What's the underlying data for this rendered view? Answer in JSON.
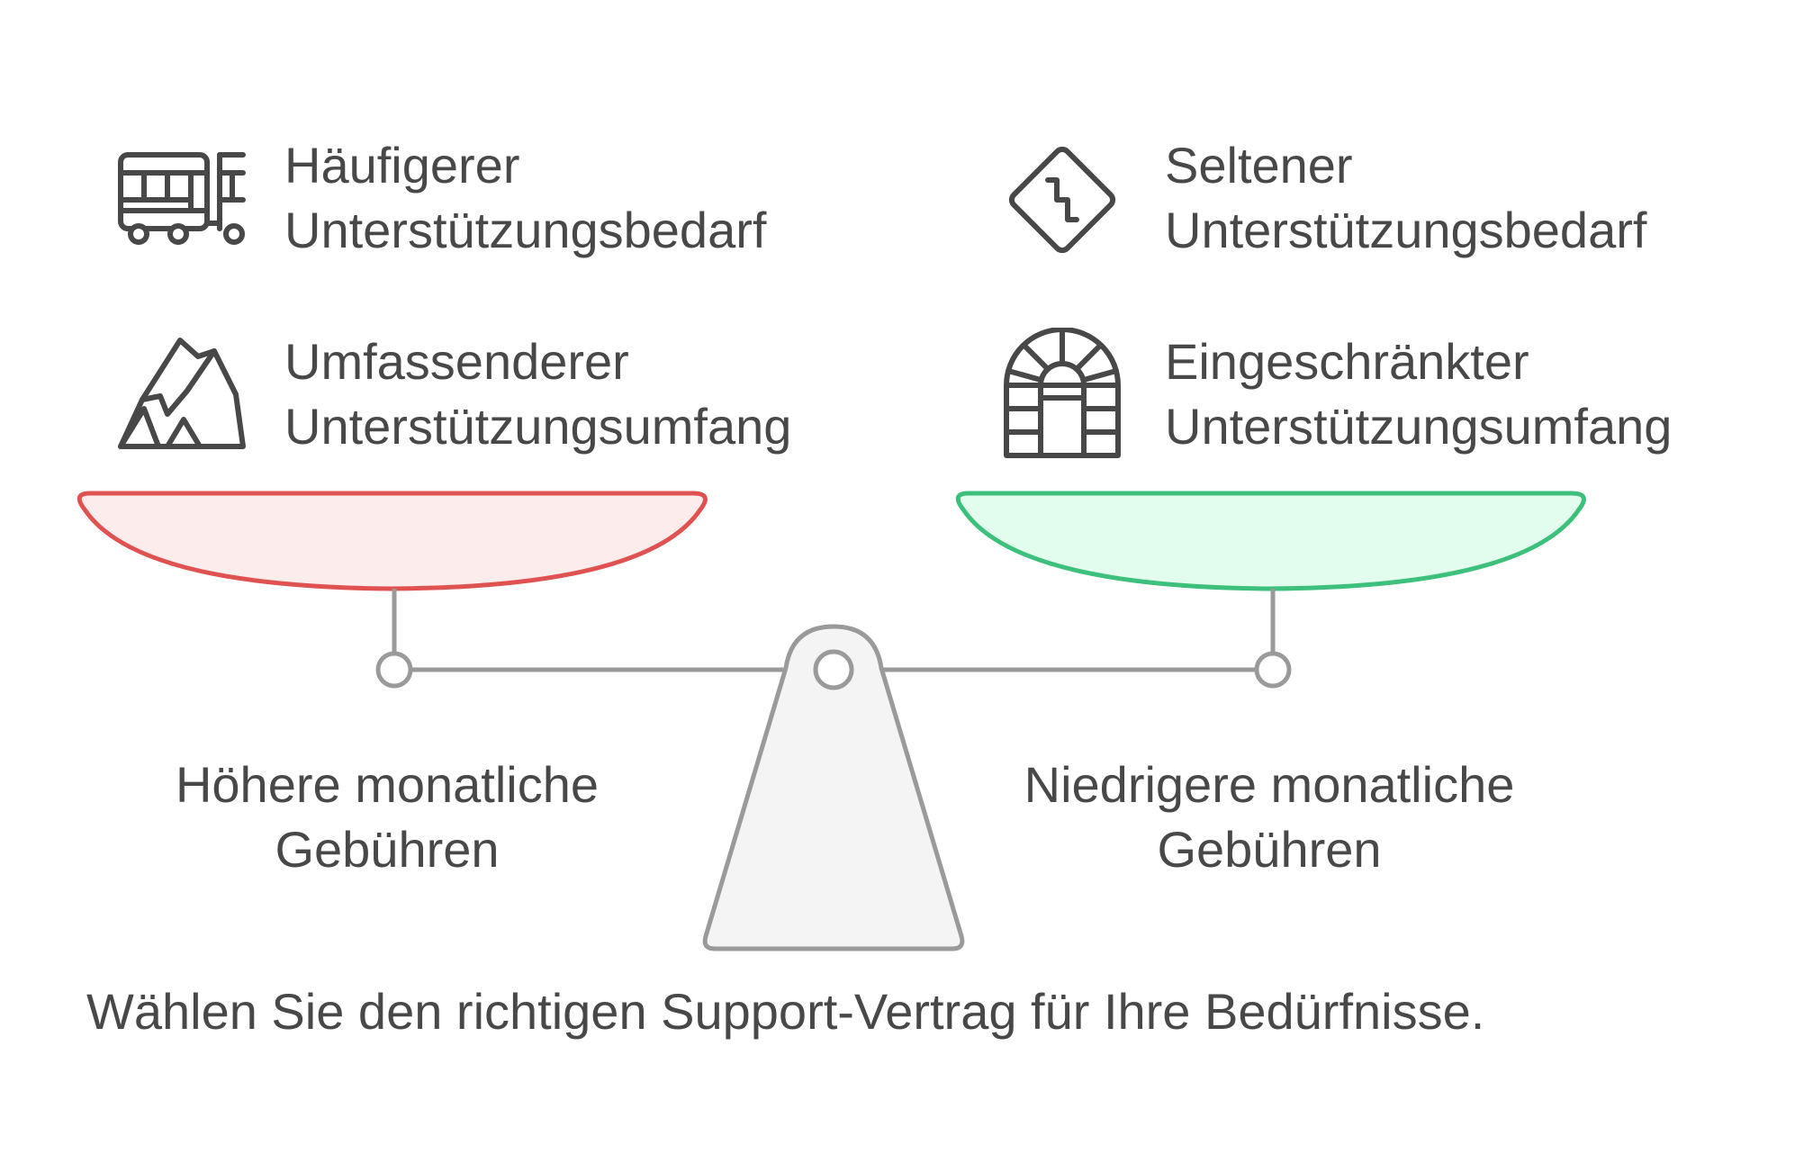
{
  "left": {
    "features": [
      {
        "line1": "Häufigerer",
        "line2": "Unterstützungsbedarf",
        "icon": "bus-icon"
      },
      {
        "line1": "Umfassenderer",
        "line2": "Unterstützungsumfang",
        "icon": "mountain-icon"
      }
    ],
    "fee": {
      "line1": "Höhere monatliche",
      "line2": "Gebühren"
    },
    "pan_color": "#E05252",
    "pan_fill": "#FDECEC"
  },
  "right": {
    "features": [
      {
        "line1": "Seltener",
        "line2": "Unterstützungsbedarf",
        "icon": "road-sign-icon"
      },
      {
        "line1": "Eingeschränkter",
        "line2": "Unterstützungsumfang",
        "icon": "arched-window-icon"
      }
    ],
    "fee": {
      "line1": "Niedrigere monatliche",
      "line2": "Gebühren"
    },
    "pan_color": "#3CC07C",
    "pan_fill": "#E2FCEE"
  },
  "caption": "Wählen Sie den richtigen Support-Vertrag für Ihre Bedürfnisse.",
  "colors": {
    "text": "#484848",
    "scale_stroke": "#9A9A9A",
    "base_fill": "#F4F4F4",
    "icon_stroke": "#484848"
  }
}
